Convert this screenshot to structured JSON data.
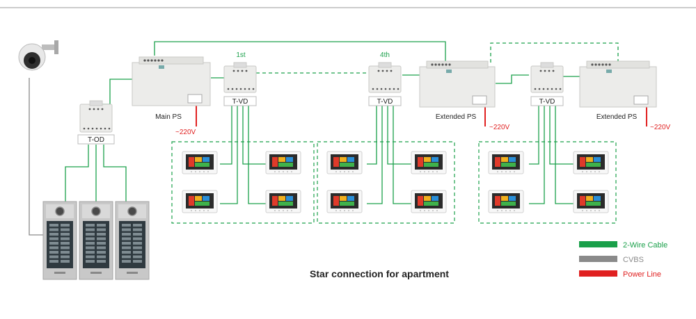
{
  "labels": {
    "main_ps": "Main PS",
    "extended_ps": "Extended PS",
    "tvd": "T-VD",
    "tod": "T-OD",
    "voltage": "~220V",
    "first": "1st",
    "fourth": "4th",
    "caption": "Star connection for apartment"
  },
  "legend": [
    {
      "label": "2-Wire Cable",
      "color": "#1aa04a"
    },
    {
      "label": "CVBS",
      "color": "#8a8a8a"
    },
    {
      "label": "Power Line",
      "color": "#e02020"
    }
  ],
  "colors": {
    "wire": "#1aa04a",
    "cvbs": "#8a8a8a",
    "power": "#e02020",
    "device_body": "#ececea",
    "panel_frame": "#b9b9b9",
    "monitor_screen": "#2b2b2b"
  },
  "icons": {
    "camera": "dome-camera-icon",
    "monitor": "indoor-monitor-icon",
    "panel": "door-station-icon",
    "power_supply": "din-rail-power-supply-icon",
    "distributor": "video-distributor-icon"
  }
}
